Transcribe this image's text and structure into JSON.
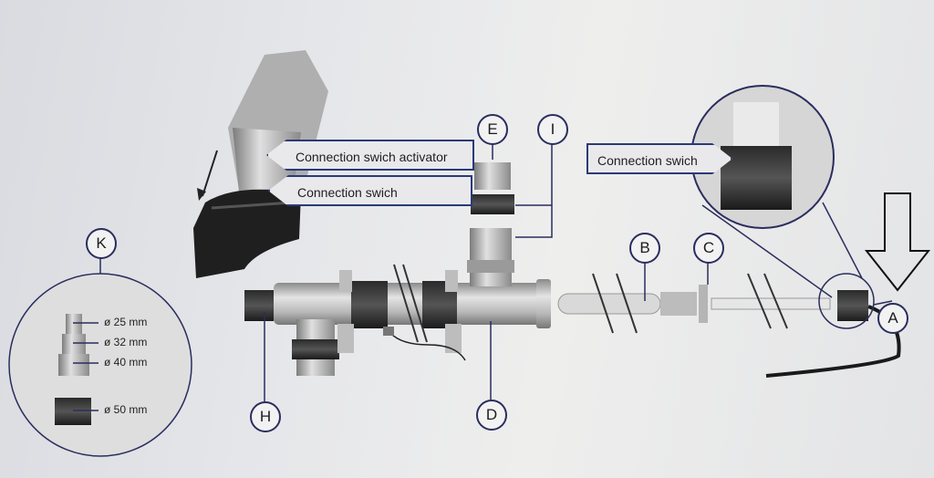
{
  "labels": {
    "A": "A",
    "B": "B",
    "C": "C",
    "D": "D",
    "E": "E",
    "H": "H",
    "I": "I",
    "K": "K"
  },
  "callouts": {
    "activator": "Connection swich activator",
    "switch_left": "Connection swich",
    "switch_right": "Connection swich"
  },
  "dimensions": [
    "ø 25 mm",
    "ø 32 mm",
    "ø 40 mm",
    "ø 50 mm"
  ],
  "colors": {
    "outline": "#2a2d5e",
    "callout_border": "#2a3a78",
    "body": "#c9c9c9",
    "dark": "#1c1c1c"
  }
}
